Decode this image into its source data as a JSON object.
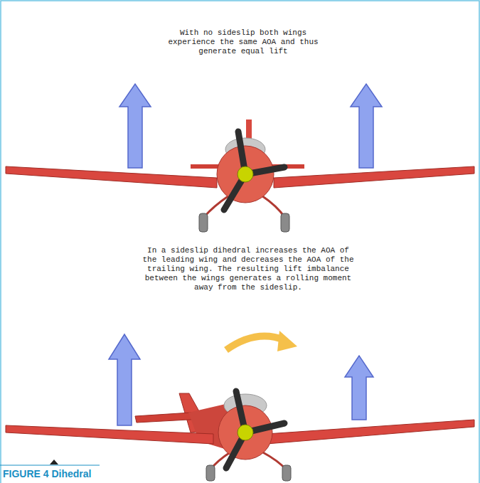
{
  "diagram": {
    "caption": "FIGURE 4 Dihedral",
    "labels": [
      "With no sideslip both wings experience the same AOA and thus generate equal lift",
      "In a sideslip dihedral increases the AOA of the leading wing and decreases the AOA of the trailing wing. The resulting lift imbalance between the wings generates a rolling moment away from the sideslip."
    ]
  }
}
